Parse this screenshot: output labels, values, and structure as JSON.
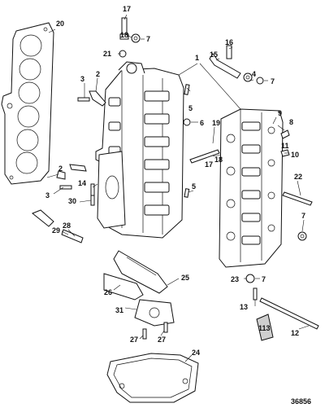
{
  "diagram": {
    "reference_number": "36856",
    "callouts": [
      "1",
      "2",
      "3",
      "4",
      "5",
      "6",
      "7",
      "8",
      "9",
      "10",
      "11",
      "12",
      "13",
      "14",
      "15",
      "16",
      "17",
      "18",
      "19",
      "20",
      "21",
      "22",
      "23",
      "24",
      "25",
      "26",
      "27",
      "28",
      "29",
      "30",
      "31"
    ],
    "tube_label": "113"
  },
  "colors": {
    "line": "#111111",
    "background": "#ffffff",
    "shade": "#cfcfcf"
  }
}
